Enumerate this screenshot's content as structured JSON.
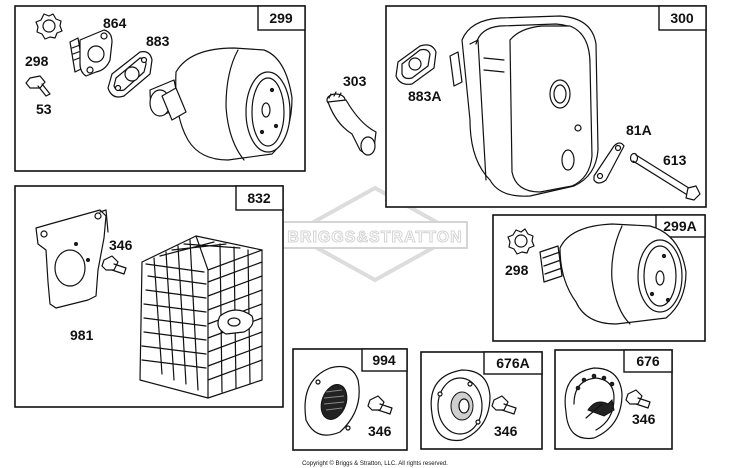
{
  "copyright": "Copyright © Briggs & Stratton, LLC. All rights reserved.",
  "watermark": {
    "text": "BRIGGS&STRATTON"
  },
  "panels": {
    "p299": {
      "id": "299",
      "parts": [
        "298",
        "864",
        "883",
        "53"
      ]
    },
    "p300": {
      "id": "300",
      "parts": [
        "883A",
        "81A",
        "613"
      ]
    },
    "p832": {
      "id": "832",
      "parts": [
        "346",
        "981"
      ]
    },
    "p299A": {
      "id": "299A",
      "parts": [
        "298"
      ]
    },
    "p994": {
      "id": "994",
      "parts": [
        "346"
      ]
    },
    "p676A": {
      "id": "676A",
      "parts": [
        "346"
      ]
    },
    "p676": {
      "id": "676",
      "parts": [
        "346"
      ]
    }
  },
  "loose_part": "303"
}
